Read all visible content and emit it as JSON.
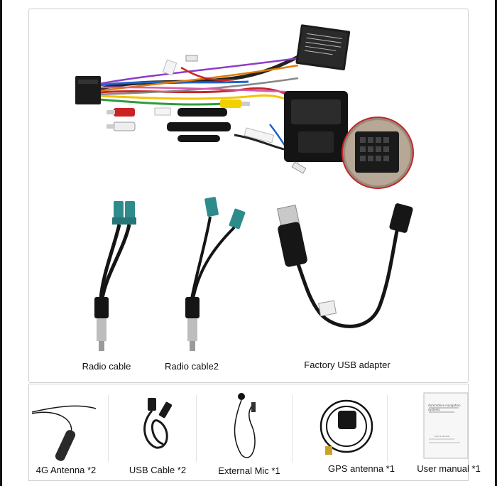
{
  "items": {
    "radio_cable": "Radio cable",
    "radio_cable2": "Radio cable2",
    "usb_adapter": "Factory USB adapter",
    "antenna_4g": "4G Antenna *2",
    "usb_cable": "USB Cable *2",
    "external_mic": "External Mic *1",
    "gps_antenna": "GPS antenna *1",
    "user_manual": "User manual *1"
  },
  "manual_cover": {
    "title": "Automotive navigation systems",
    "subtitle": "User's Manual"
  },
  "colors": {
    "fakra_blue": "#2e8b8b",
    "background": "#ffffff",
    "border": "#cfcfcf",
    "zoom_ring": "#c0282b"
  }
}
